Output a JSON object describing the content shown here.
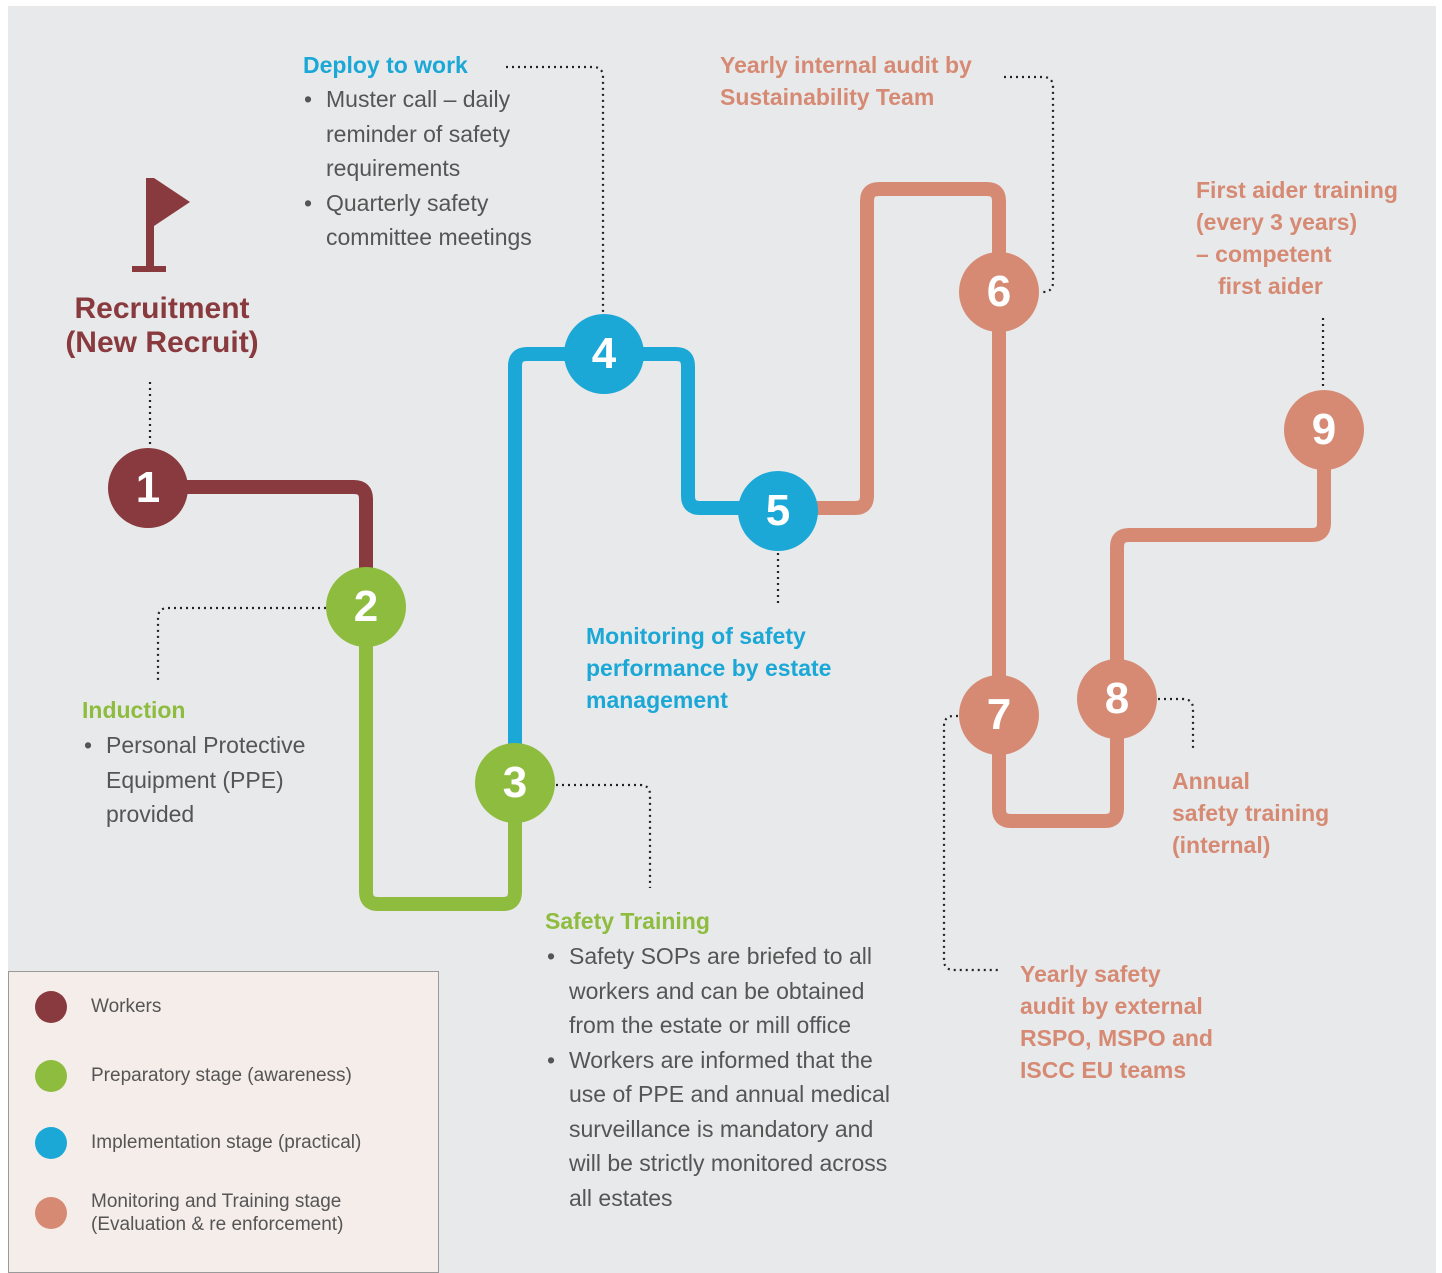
{
  "colors": {
    "workers": "#893a3e",
    "preparatory": "#8ebc3f",
    "implementation": "#1ba8d6",
    "monitoring": "#d68a73"
  },
  "start": {
    "icon": "flag-icon",
    "title_line1": "Recruitment",
    "title_line2": "(New Recruit)"
  },
  "nodes": [
    "1",
    "2",
    "3",
    "4",
    "5",
    "6",
    "7",
    "8",
    "9"
  ],
  "steps": {
    "induction": {
      "title": "Induction",
      "bullets": [
        "Personal Protective Equipment (PPE) provided"
      ]
    },
    "safety_training": {
      "title": "Safety Training",
      "bullets": [
        "Safety SOPs are briefed to all workers and can be obtained from the estate or mill office",
        "Workers are informed that the use of PPE and annual medical surveillance is mandatory and will be strictly monitored across all estates"
      ]
    },
    "deploy": {
      "title": "Deploy to work",
      "bullets": [
        "Muster call – daily reminder of safety requirements",
        "Quarterly safety committee meetings"
      ]
    },
    "monitoring": {
      "line1": "Monitoring of safety",
      "line2": "performance by estate",
      "line3": "management"
    },
    "internal_audit": {
      "line1": "Yearly internal audit by",
      "line2": "Sustainability Team"
    },
    "external_audit": {
      "line1": "Yearly safety",
      "line2": "audit by external",
      "line3": "RSPO, MSPO and",
      "line4": "ISCC EU teams"
    },
    "annual_training": {
      "line1": "Annual",
      "line2": "safety training",
      "line3": "(internal)"
    },
    "first_aider": {
      "line1": "First aider training",
      "line2": "(every 3 years)",
      "line3": "– competent",
      "line4": "first aider"
    }
  },
  "legend": [
    {
      "label": "Workers",
      "color": "#893a3e"
    },
    {
      "label": "Preparatory stage (awareness)",
      "color": "#8ebc3f"
    },
    {
      "label": "Implementation stage (practical)",
      "color": "#1ba8d6"
    },
    {
      "label_line1": "Monitoring and Training stage",
      "label_line2": "(Evaluation & re enforcement)",
      "color": "#d68a73"
    }
  ]
}
